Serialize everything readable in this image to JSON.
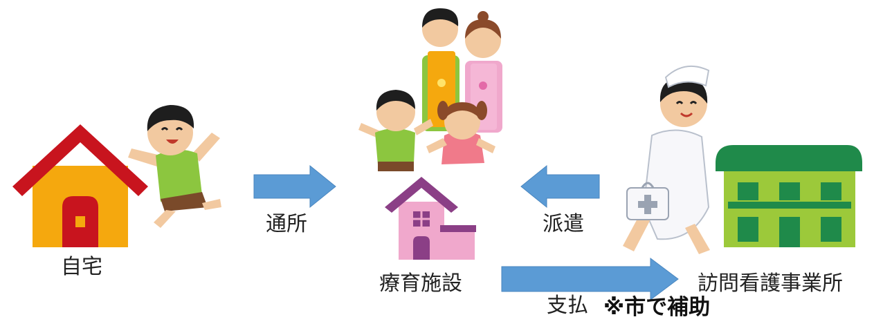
{
  "labels": {
    "home": "自宅",
    "commute": "通所",
    "facility": "療育施設",
    "dispatch": "派遣",
    "agency": "訪問看護事業所",
    "payment": "支払",
    "subsidy_note": "※市で補助"
  },
  "colors": {
    "arrow": "#5b9bd5",
    "arrow_edge": "#4a86bf",
    "home_roof": "#c8141e",
    "home_wall": "#f5a80e",
    "facility_roof": "#8b3f86",
    "facility_wall": "#f0a8cc",
    "agency_roof": "#1f8a4a",
    "agency_wall": "#9cc93a"
  },
  "icons": [
    "house-icon",
    "boy-jumping-icon",
    "family-icon",
    "facility-building-icon",
    "nurse-icon",
    "agency-building-icon"
  ]
}
